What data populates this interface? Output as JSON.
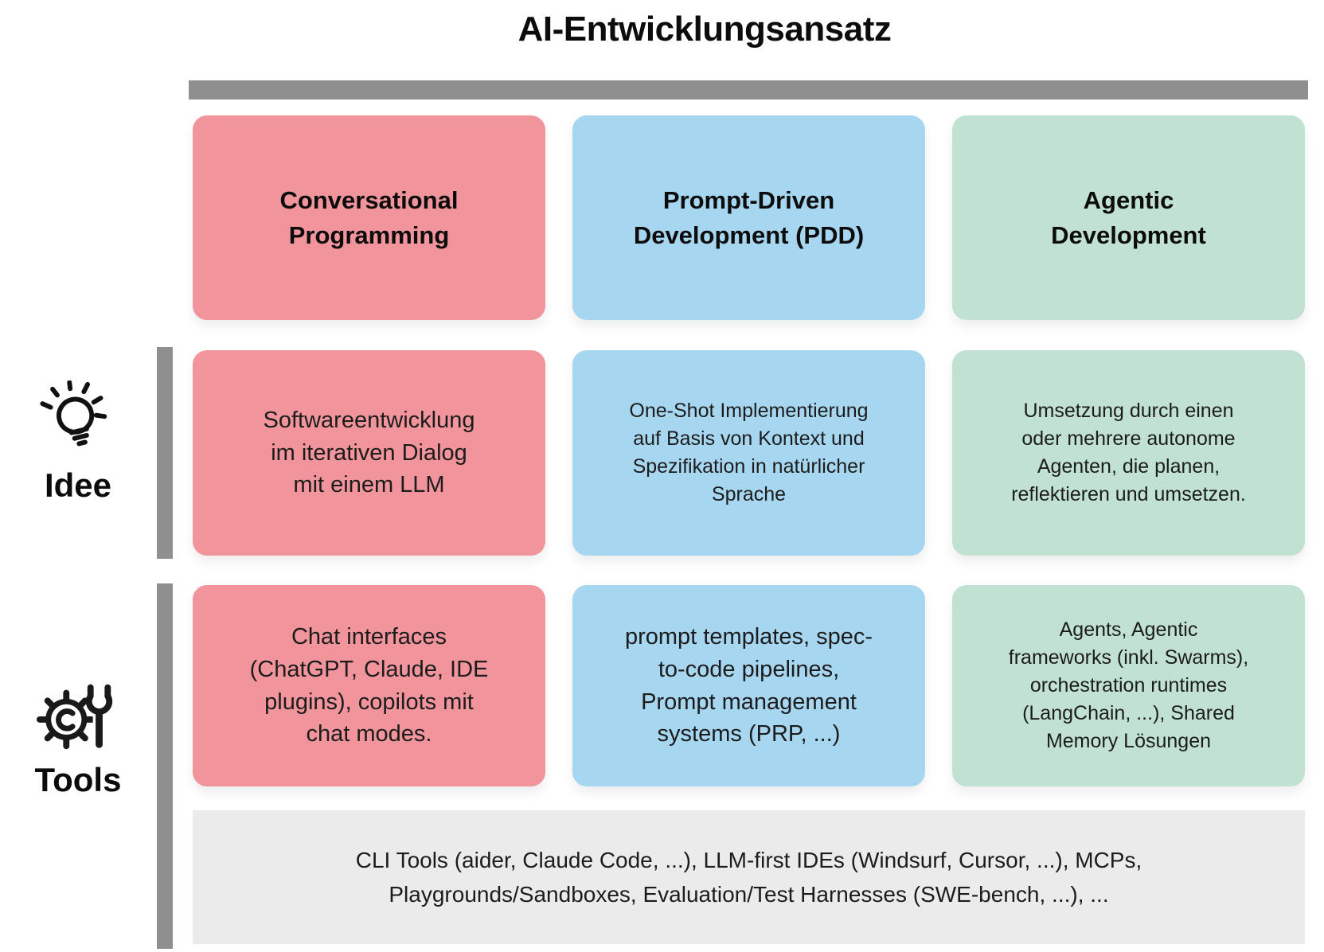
{
  "title": "AI-Entwicklungsansatz",
  "colors": {
    "pink": "#f1949c",
    "blue": "#a7d6f0",
    "green": "#c1e2d2",
    "gray_bar": "#8f8f8f",
    "band_gray": "#ebebeb",
    "text": "#1c1c1c"
  },
  "rows": [
    {
      "label": "Idee",
      "icon": "lightbulb-icon"
    },
    {
      "label": "Tools",
      "icon": "gear-wrench-icon"
    }
  ],
  "columns": [
    {
      "label": "Conversational\nProgramming",
      "idee": "Softwareentwicklung\nim iterativen Dialog\nmit einem LLM",
      "tools": "Chat interfaces\n(ChatGPT, Claude, IDE\nplugins), copilots mit\nchat modes."
    },
    {
      "label": "Prompt-Driven\nDevelopment (PDD)",
      "idee": "One-Shot Implementierung\nauf Basis von Kontext und\nSpezifikation in natürlicher\nSprache",
      "tools": "prompt templates, spec-\nto-code pipelines,\nPrompt management\nsystems (PRP, ...)"
    },
    {
      "label": "Agentic\nDevelopment",
      "idee": "Umsetzung durch einen\noder mehrere autonome\nAgenten, die planen,\nreflektieren und umsetzen.",
      "tools": "Agents, Agentic\nframeworks (inkl. Swarms),\norchestration runtimes\n(LangChain, ...), Shared\nMemory Lösungen"
    }
  ],
  "shared_tools": "CLI Tools (aider, Claude Code, ...), LLM-first IDEs (Windsurf, Cursor, ...), MCPs,\nPlaygrounds/Sandboxes, Evaluation/Test Harnesses (SWE-bench, ...), ..."
}
